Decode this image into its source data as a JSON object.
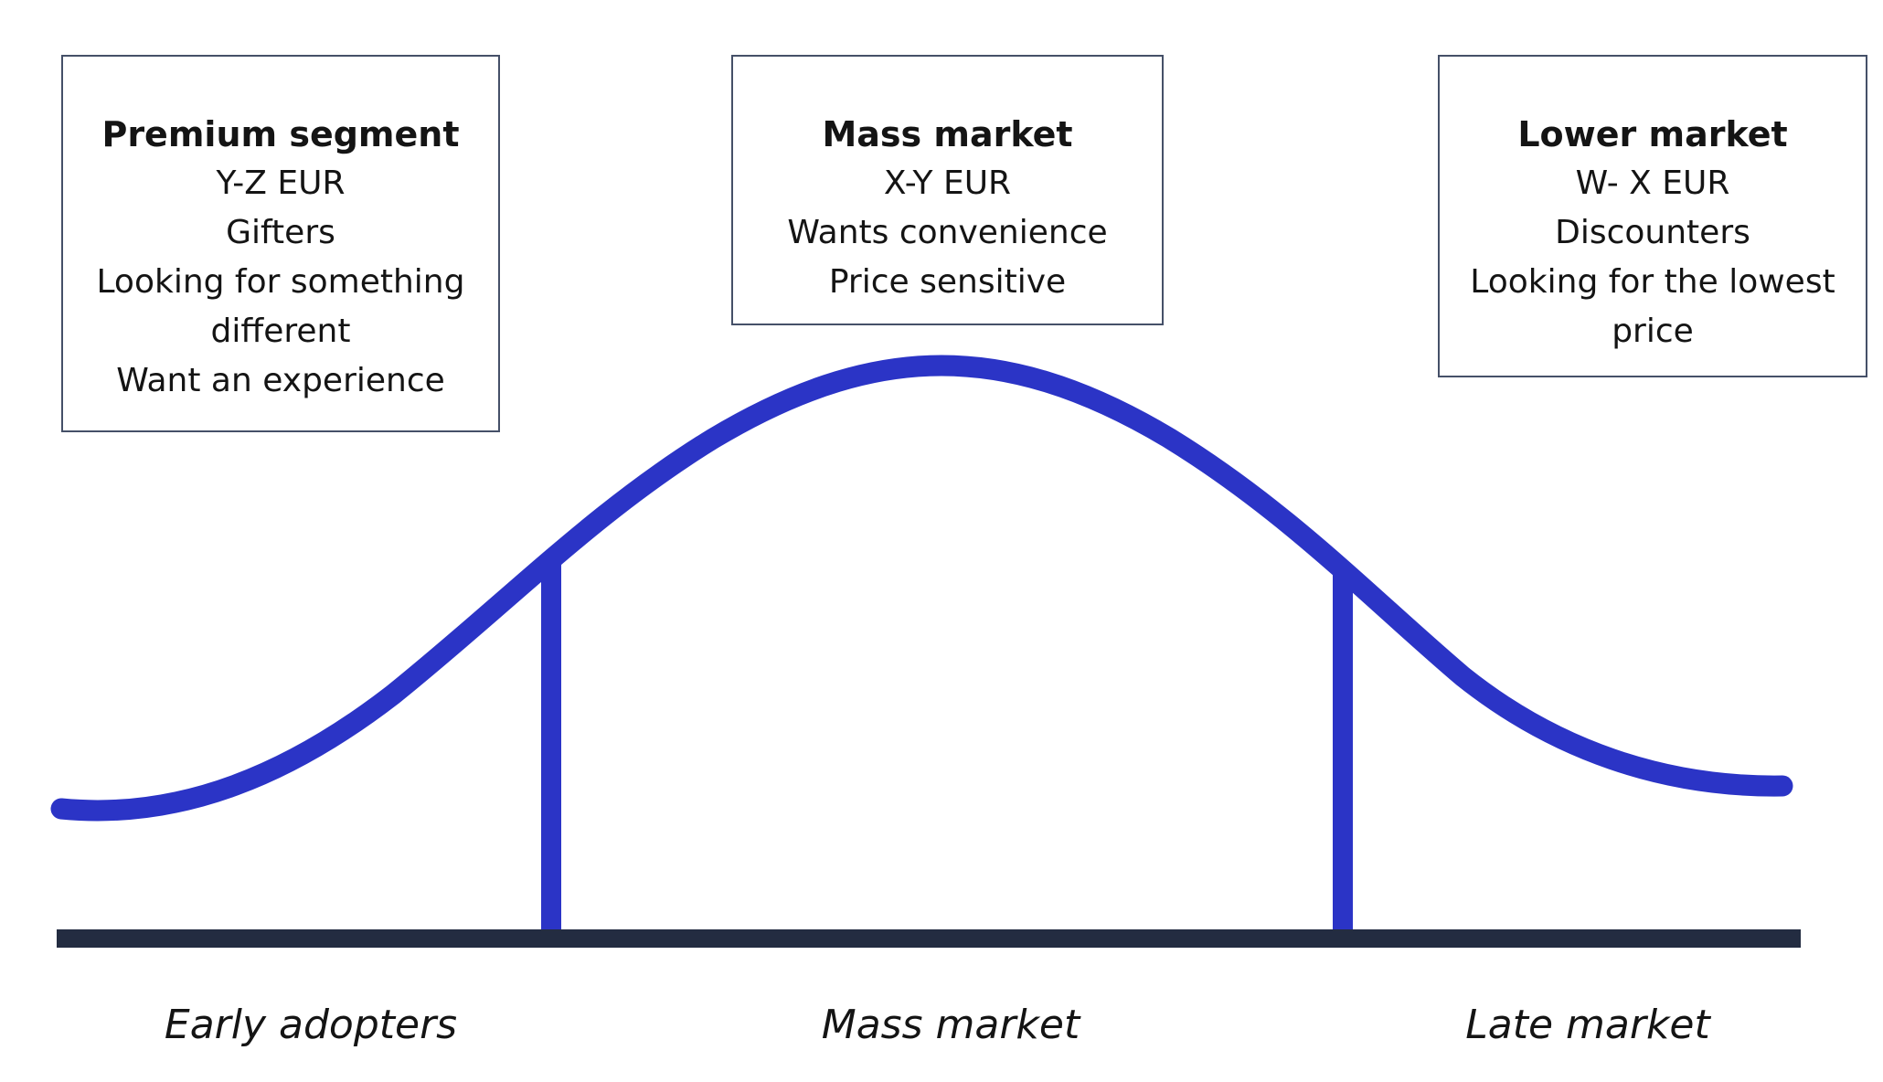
{
  "diagram": {
    "boxes": [
      {
        "title": "Premium segment",
        "lines": [
          "Y-Z EUR",
          "Gifters",
          "Looking for something different",
          "Want an experience"
        ]
      },
      {
        "title": "Mass market",
        "lines": [
          "X-Y EUR",
          "Wants convenience",
          "Price sensitive"
        ]
      },
      {
        "title": "Lower market",
        "lines": [
          "W- X EUR",
          "Discounters",
          "Looking for the lowest price"
        ]
      }
    ],
    "axis_labels": [
      "Early adopters",
      "Mass market",
      "Late market"
    ],
    "colors": {
      "curve": "#2b34c6",
      "baseline": "#232c41",
      "box_border": "#455068"
    }
  }
}
